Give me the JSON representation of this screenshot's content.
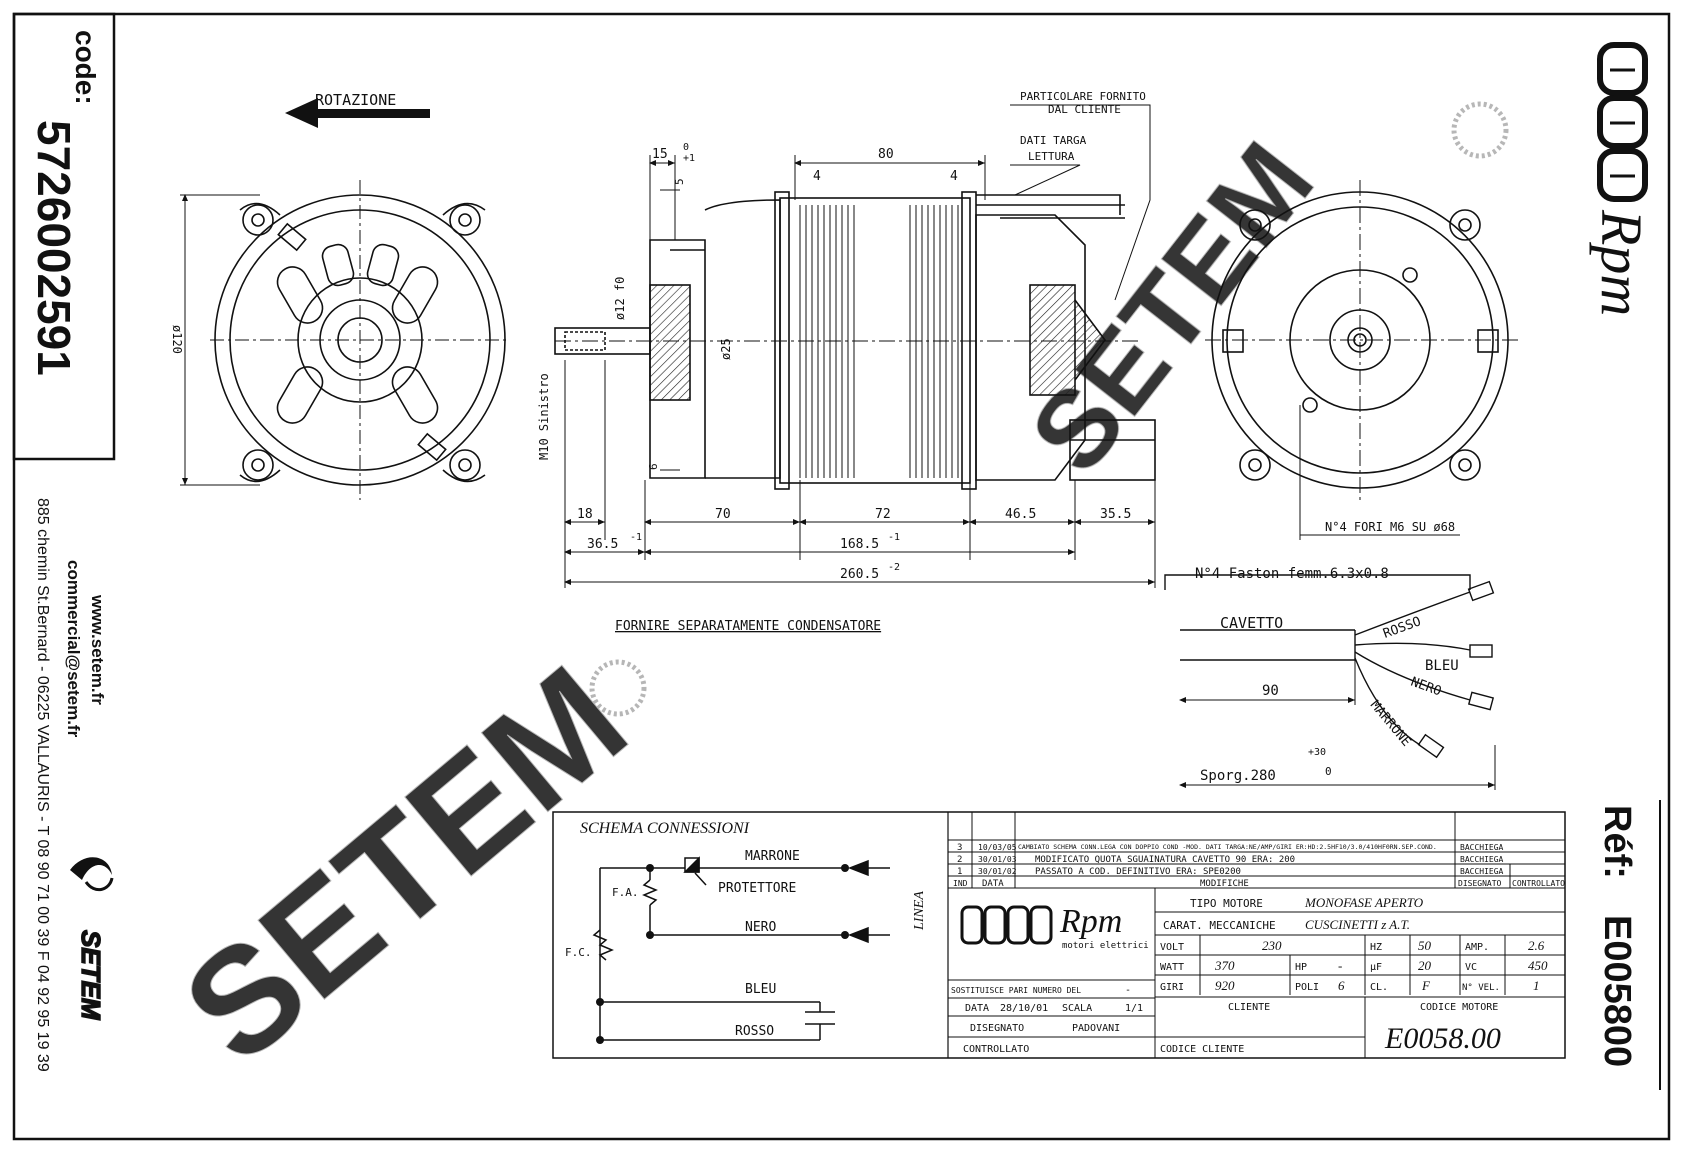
{
  "sidebar": {
    "code_label": "code:",
    "code_value": "5726002591",
    "website": "www.setem.fr",
    "email": "commercial@setem.fr",
    "address": "885 chemin St.Bernard  -  06225 VALLAURIS  -  T 08 90 71 00 39  F 04 92 95 19 39",
    "logo_text": "SETEM"
  },
  "right_panel": {
    "brand": "Rpm",
    "ref_label": "Réf:",
    "ref_value": "E005800"
  },
  "watermark": "SETEM",
  "drawing": {
    "rotation_label": "ROTAZIONE",
    "supplied_part_line1": "PARTICOLARE FORNITO",
    "supplied_part_line2": "DAL CLIENTE",
    "plate_data_line1": "DATI TARGA",
    "plate_data_line2": "LETTURA",
    "dim_15": "15",
    "dim_15_tol_top": "0",
    "dim_15_tol_bot": "+1",
    "dim_80": "80",
    "dim_4a": "4",
    "dim_4b": "4",
    "dim_5": "5",
    "dim_6": "6",
    "dim_d120": "ø120",
    "dim_d12": "ø12 f0",
    "dim_d25": "ø25",
    "thread_label": "M10 Sinistro",
    "dim_18": "18",
    "dim_70": "70",
    "dim_72": "72",
    "dim_46_5": "46.5",
    "dim_35_5": "35.5",
    "dim_36_5": "36.5",
    "dim_36_5_tol": "-1",
    "dim_168_5": "168.5",
    "dim_168_5_tol": "-1",
    "dim_260_5": "260.5",
    "dim_260_5_tol": "-2",
    "holes_label": "N°4 FORI M6 SU ø68",
    "faston_label": "N°4 Faston femm.6.3x0.8",
    "cable_label": "CAVETTO",
    "wire_rosso": "ROSSO",
    "wire_bleu": "BLEU",
    "wire_nero": "NERO",
    "wire_marrone": "MARRONE",
    "dim_90": "90",
    "sporg_label": "Sporg.280",
    "sporg_tol_top": "+30",
    "sporg_tol_bot": "0",
    "capacitor_note": "FORNIRE SEPARATAMENTE CONDENSATORE"
  },
  "schema": {
    "title": "SCHEMA CONNESSIONI",
    "marrone": "MARRONE",
    "protettore": "PROTETTORE",
    "nero": "NERO",
    "bleu": "BLEU",
    "rosso": "ROSSO",
    "linea": "LINEA",
    "fa": "F.A.",
    "fc": "F.C."
  },
  "revisions": {
    "rows": [
      {
        "n": "3",
        "date": "10/03/05",
        "desc": "CAMBIATO SCHEMA CONN.LEGA CON DOPPIO COND -MOD. DATI TARGA:NE/AMP/GIRI ER:HD:2.5HF10/3.0/410HF0RN.SEP.COND.",
        "by": "BACCHIEGA"
      },
      {
        "n": "2",
        "date": "30/01/03",
        "desc": "MODIFICATO QUOTA SGUAINATURA CAVETTO 90 ERA: 200",
        "by": "BACCHIEGA"
      },
      {
        "n": "1",
        "date": "30/01/02",
        "desc": "PASSATO A COD. DEFINITIVO ERA: SPE0200",
        "by": "BACCHIEGA"
      }
    ],
    "head_n": "IND",
    "head_date": "DATA",
    "head_mod": "MODIFICHE",
    "head_drawn": "DISEGNATO",
    "head_ctrl": "CONTROLLATO"
  },
  "title_block": {
    "logo_text": "Rpm",
    "logo_sub": "motori elettrici",
    "tipo_label": "TIPO MOTORE",
    "tipo_value": "MONOFASE APERTO",
    "carat_label": "CARAT. MECCANICHE",
    "carat_value": "CUSCINETTI z A.T.",
    "volt_label": "VOLT",
    "volt_value": "230",
    "hz_label": "HZ",
    "hz_value": "50",
    "amp_label": "AMP.",
    "amp_value": "2.6",
    "watt_label": "WATT",
    "watt_value": "370",
    "hp_label": "HP",
    "hp_value": "-",
    "uf_label": "µF",
    "uf_value": "20",
    "vc_label": "VC",
    "vc_value": "450",
    "giri_label": "GIRI",
    "giri_value": "920",
    "poli_label": "POLI",
    "poli_value": "6",
    "cl_label": "CL.",
    "cl_value": "F",
    "nvel_label": "N° VEL.",
    "nvel_value": "1",
    "sostituisce_label": "SOSTITUISCE PARI NUMERO DEL",
    "sostituisce_value": "-",
    "data_label": "DATA",
    "data_value": "28/10/01",
    "scala_label": "SCALA",
    "scala_value": "1/1",
    "disegnato_label": "DISEGNATO",
    "disegnato_value": "PADOVANI",
    "controllato_label": "CONTROLLATO",
    "cliente_label": "CLIENTE",
    "codice_cliente_label": "CODICE CLIENTE",
    "codice_motore_label": "CODICE MOTORE",
    "codice_motore_value": "E0058.00"
  }
}
